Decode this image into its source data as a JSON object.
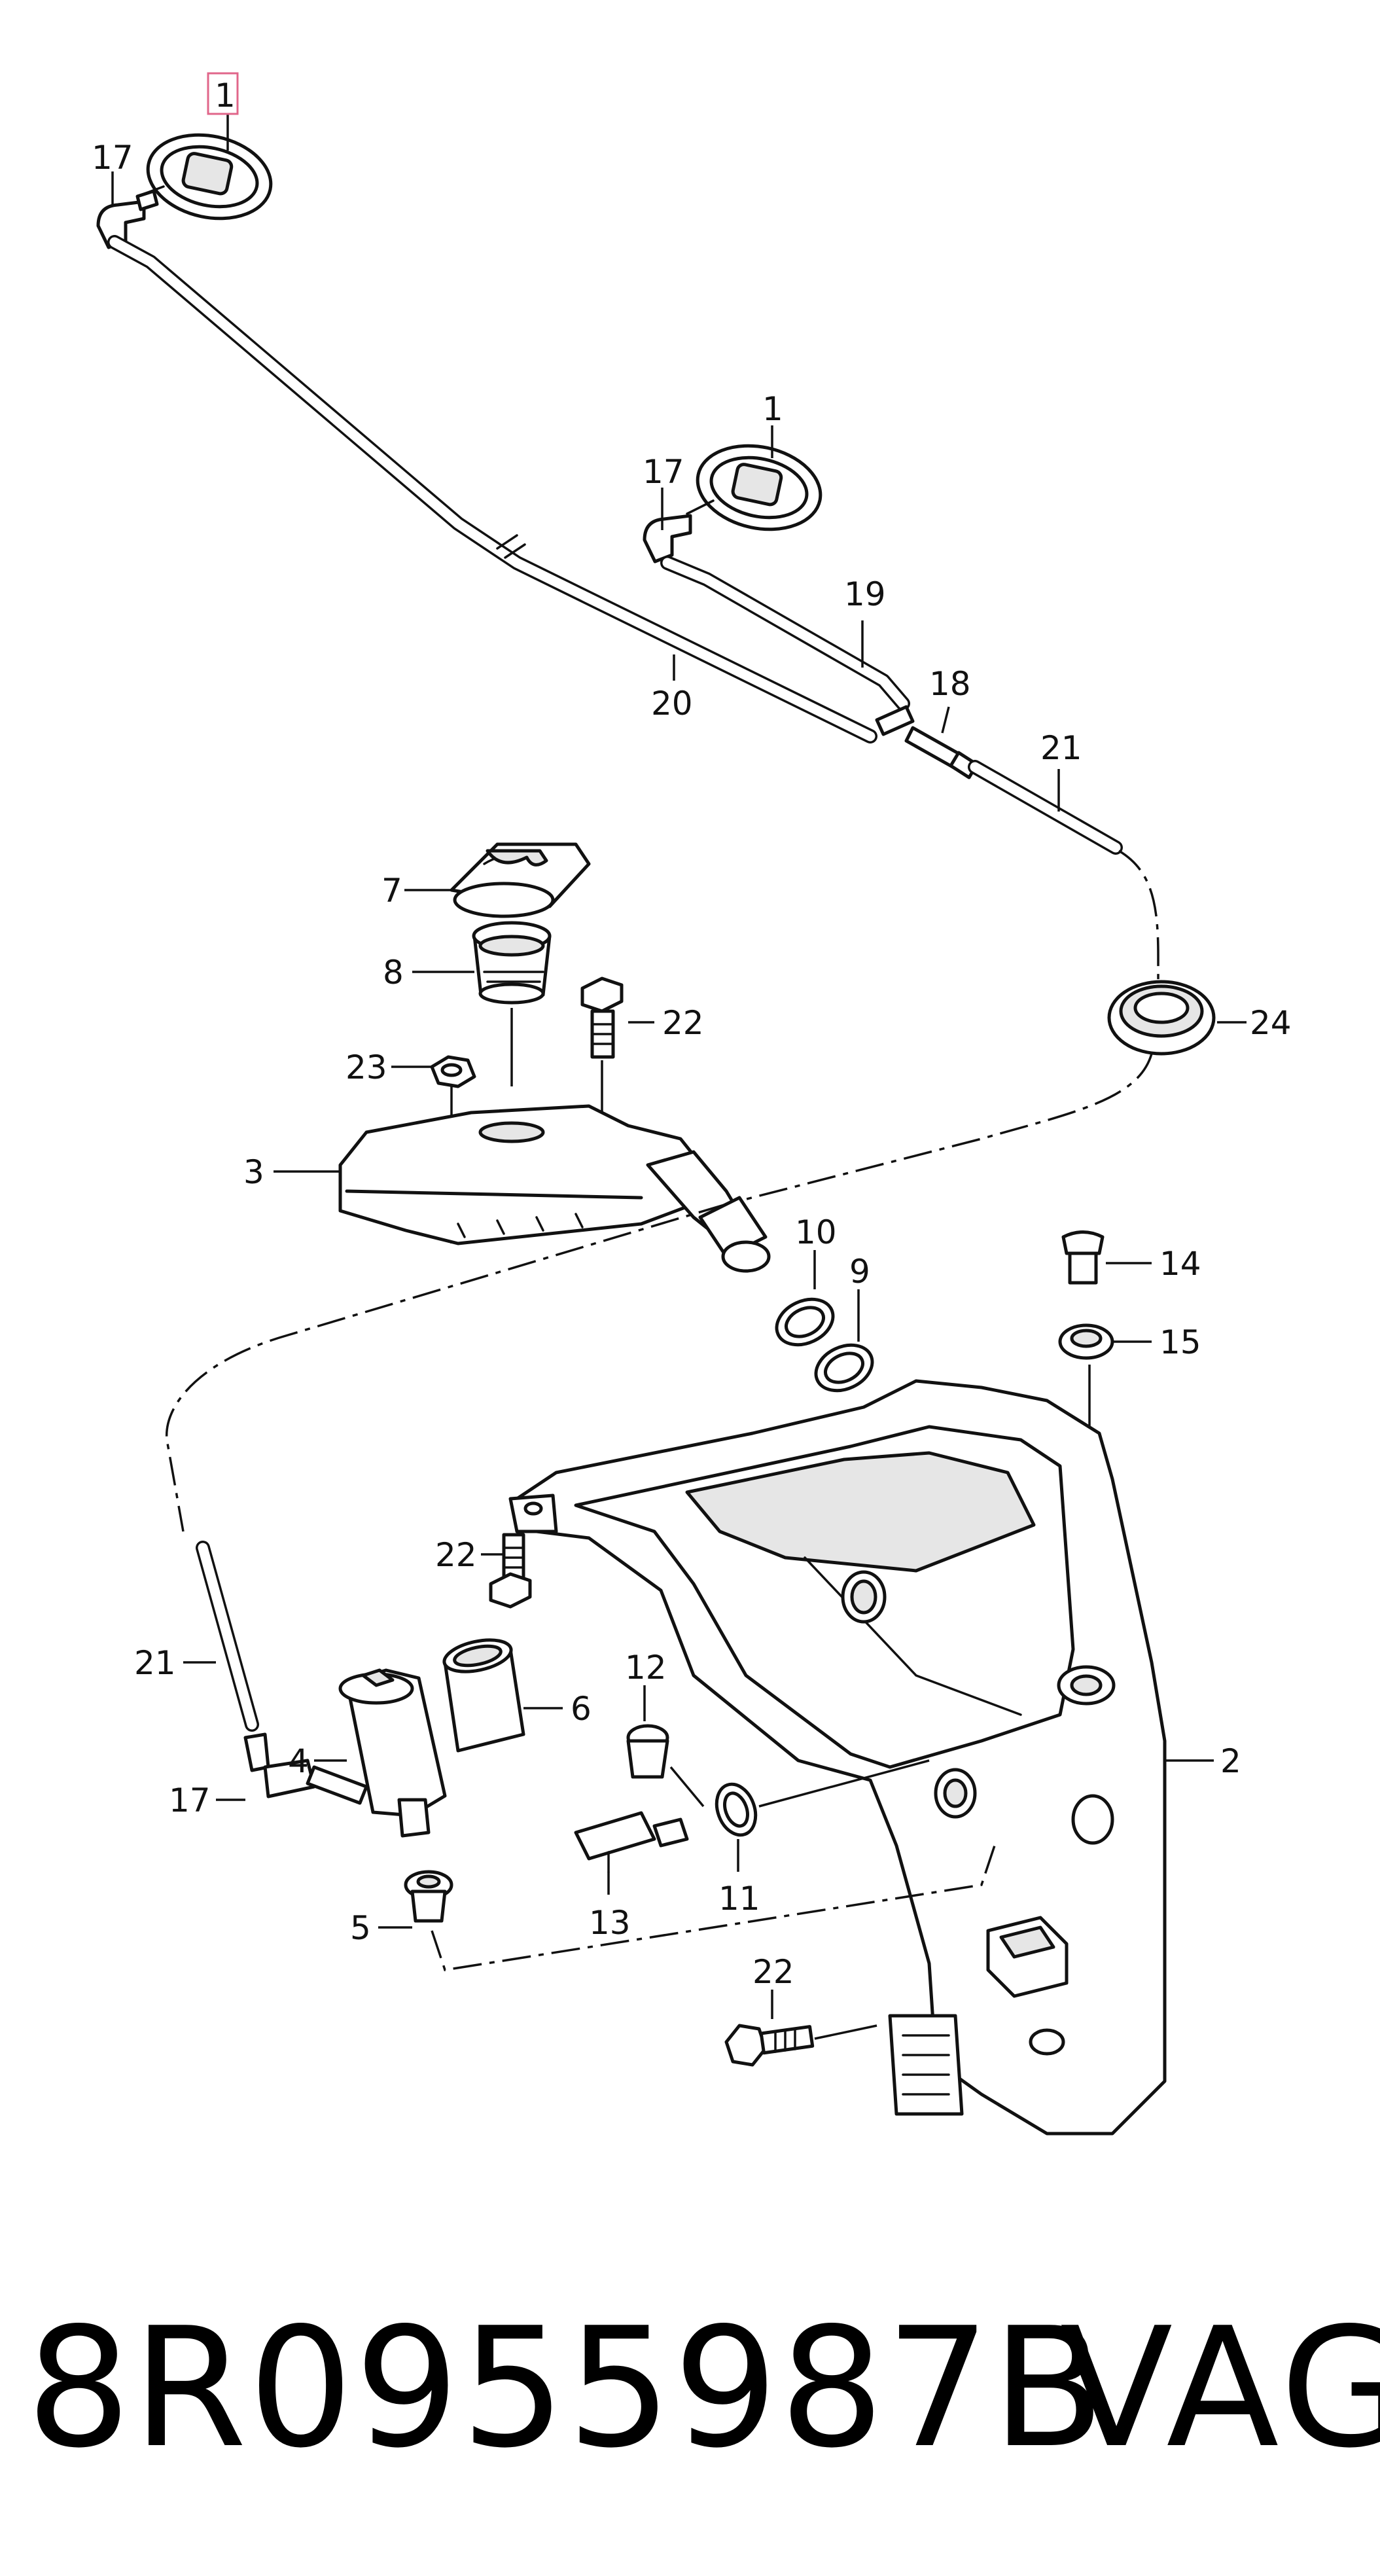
{
  "diagram": {
    "callouts": [
      "1",
      "17",
      "1",
      "17",
      "19",
      "20",
      "18",
      "21",
      "7",
      "8",
      "22",
      "24",
      "23",
      "3",
      "10",
      "9",
      "14",
      "15",
      "22",
      "21",
      "6",
      "2",
      "4",
      "12",
      "17",
      "11",
      "13",
      "5",
      "22"
    ],
    "highlighted_callout": "1",
    "highlight_color": "#e0668a"
  },
  "footer": {
    "part_number": "8R0955987B",
    "brand": "VAG"
  }
}
